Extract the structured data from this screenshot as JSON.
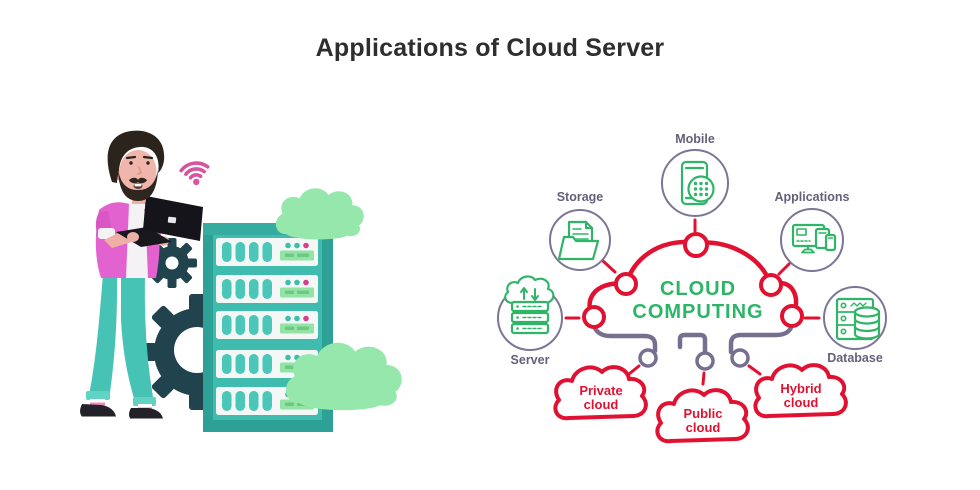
{
  "title": "Applications of Cloud Server",
  "diagram": {
    "center": {
      "line1": "CLOUD",
      "line2": "COMPUTING"
    },
    "satellites": [
      {
        "label": "Mobile",
        "icon": "smartphone-icon"
      },
      {
        "label": "Storage",
        "icon": "folder-documents-icon"
      },
      {
        "label": "Applications",
        "icon": "devices-icon"
      },
      {
        "label": "Server",
        "icon": "cloud-server-icon"
      },
      {
        "label": "Database",
        "icon": "database-rack-icon"
      }
    ],
    "deployment_clouds": [
      {
        "line1": "Private",
        "line2": "cloud"
      },
      {
        "line1": "Public",
        "line2": "cloud"
      },
      {
        "line1": "Hybrid",
        "line2": "cloud"
      }
    ],
    "colors": {
      "red": "#e11231",
      "purple": "#776f90",
      "green": "#2db567",
      "label_text": "#665f7a"
    }
  },
  "illustration": {
    "icons": [
      "wifi-icon",
      "gear-icon",
      "server-rack",
      "cloud-shape",
      "laptop",
      "person"
    ],
    "colors": {
      "rack_teal": "#40bcae",
      "shirt_pink": "#e263cf",
      "pants_teal": "#47c3b5",
      "cloud_green": "#96e7ab",
      "wifi_pink": "#d8549c",
      "gear_dark": "#20434e"
    }
  }
}
